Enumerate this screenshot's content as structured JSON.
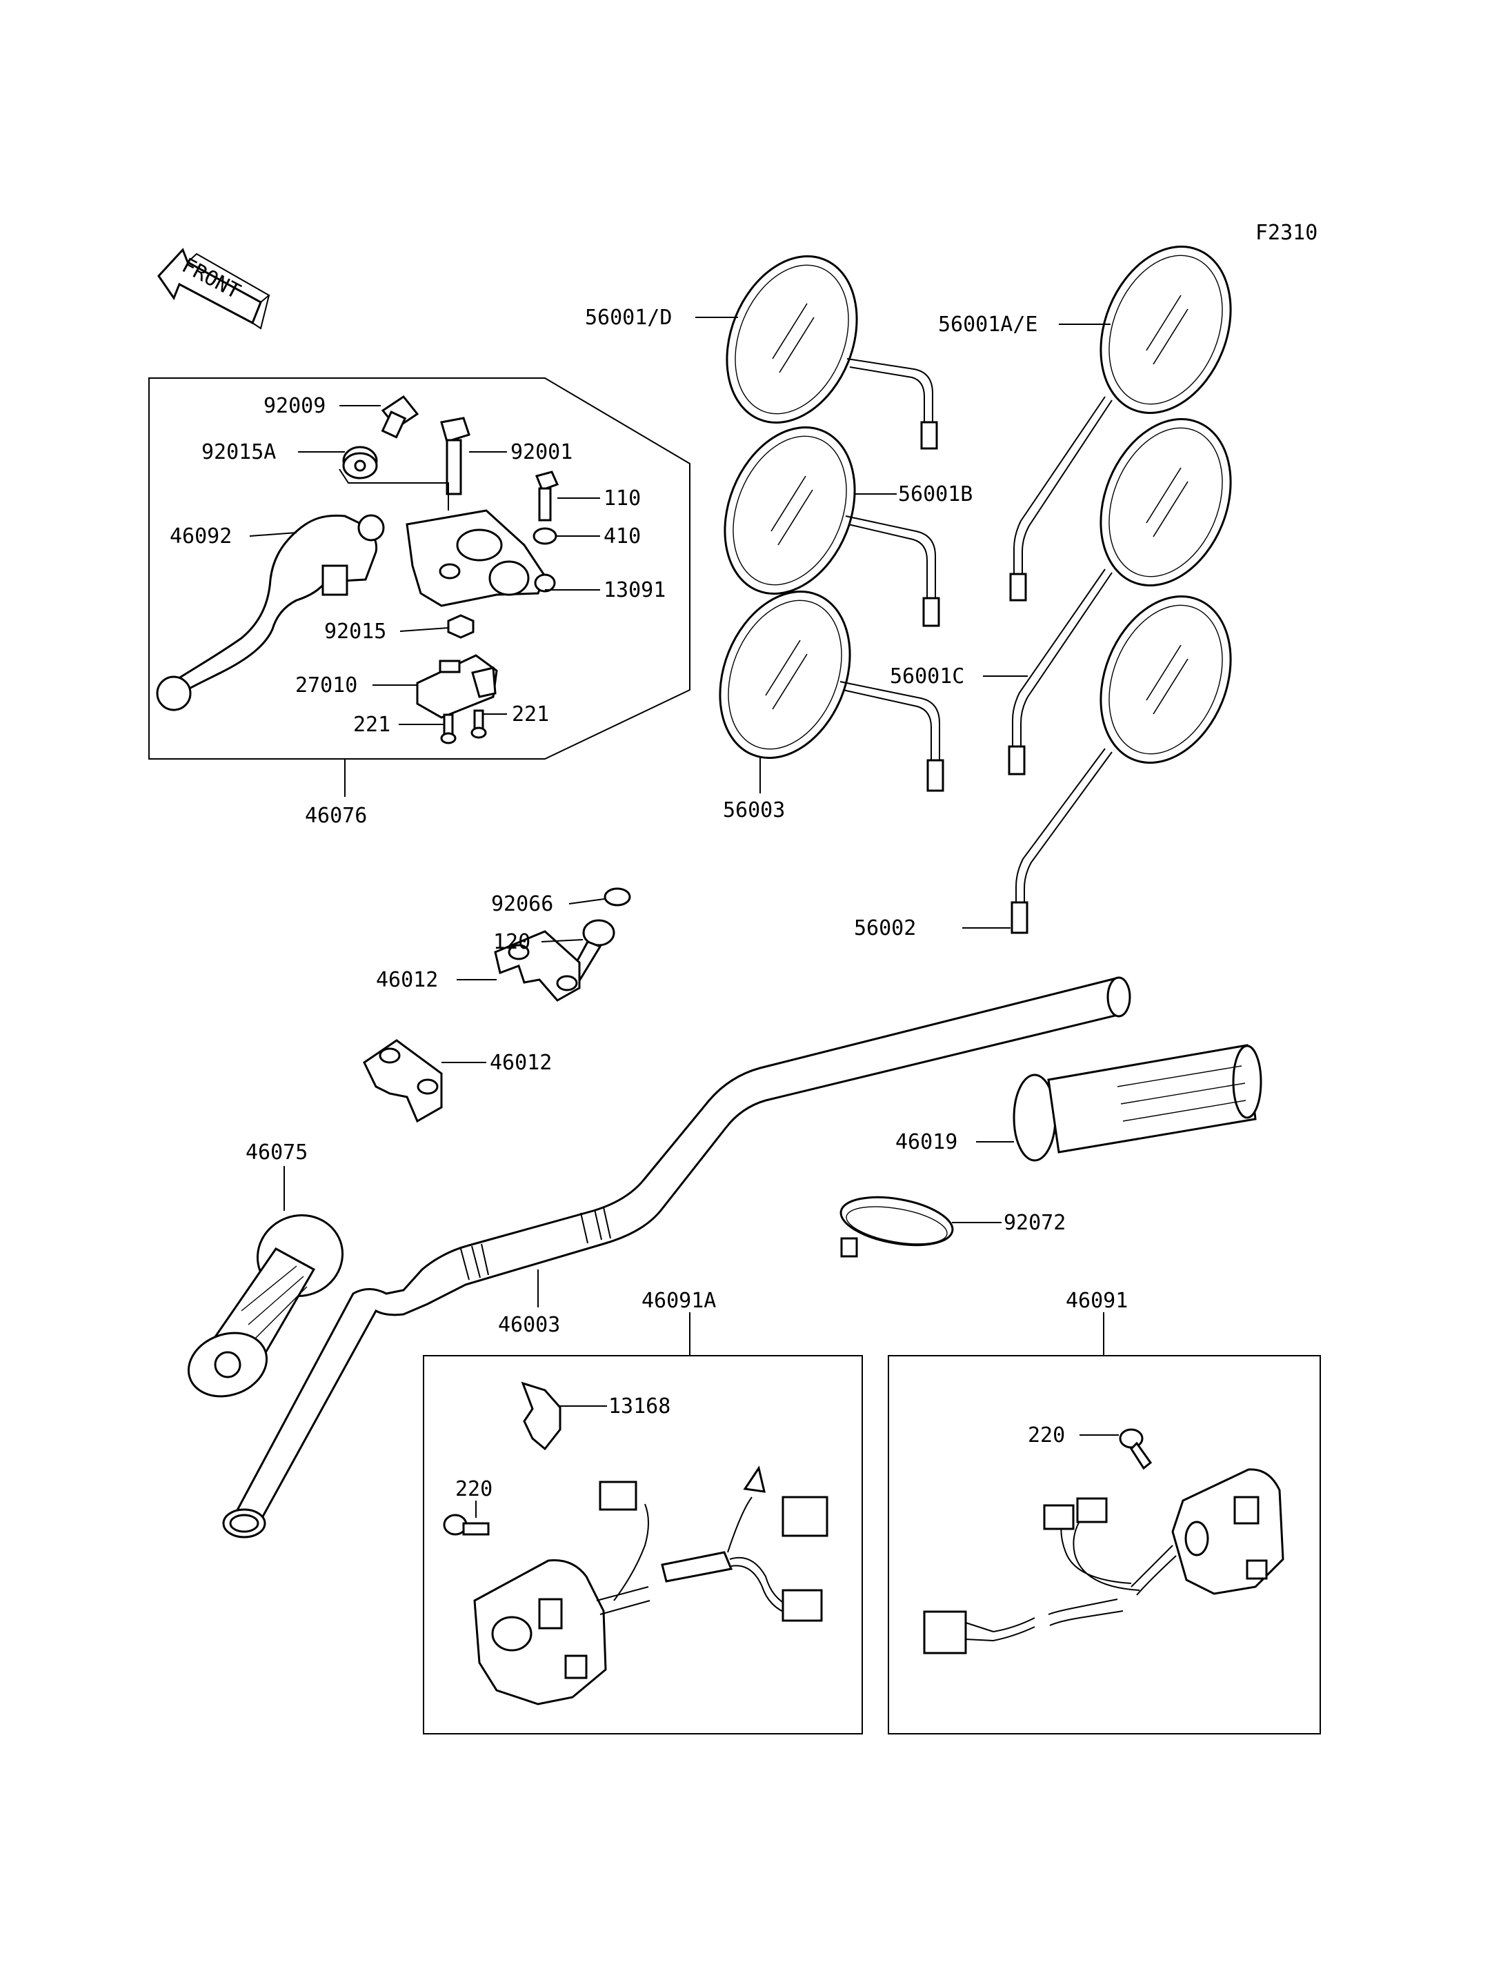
{
  "figure_code": "F2310",
  "front_label": "FRONT",
  "parts": {
    "p92009": "92009",
    "p92015A": "92015A",
    "p92001": "92001",
    "p110": "110",
    "p46092": "46092",
    "p410": "410",
    "p13091": "13091",
    "p92015": "92015",
    "p27010": "27010",
    "p221a": "221",
    "p221b": "221",
    "p46076": "46076",
    "p56001D": "56001/D",
    "p56001AE": "56001A/E",
    "p56001B": "56001B",
    "p56001C": "56001C",
    "p56003": "56003",
    "p56002": "56002",
    "p92066": "92066",
    "p120": "120",
    "p46012a": "46012",
    "p46012b": "46012",
    "p46075": "46075",
    "p46019": "46019",
    "p92072": "92072",
    "p46003": "46003",
    "p46091A": "46091A",
    "p13168": "13168",
    "p220a": "220",
    "p46091": "46091",
    "p220b": "220"
  }
}
